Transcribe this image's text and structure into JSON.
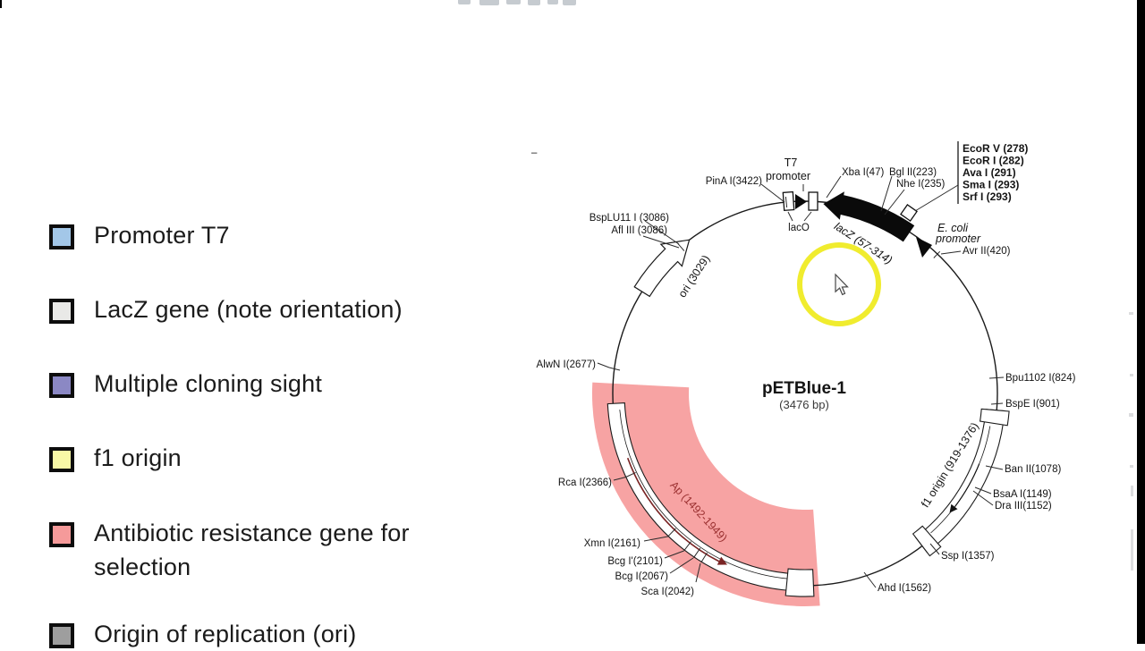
{
  "legend": {
    "items": [
      {
        "label": "Promoter T7",
        "color": "#a3c7e8"
      },
      {
        "label": "LacZ gene (note orientation)",
        "color": "#e9e9e7"
      },
      {
        "label": "Multiple cloning sight",
        "color": "#8b88c4"
      },
      {
        "label": "f1 origin",
        "color": "#f8f8a6"
      },
      {
        "label": "Antibiotic resistance gene for selection",
        "color": "#f59a9a"
      },
      {
        "label": "Origin of replication (ori)",
        "color": "#9e9e9e"
      }
    ]
  },
  "map": {
    "title": "pETBlue-1",
    "subtitle": "(3476 bp)",
    "colors": {
      "highlight_pink": "#f7a3a3",
      "highlight_yellow": "#f0ec2e",
      "ap_text": "#9c3232",
      "ap_arrow": "#7a2525"
    },
    "labels": {
      "t7_line1": "T7",
      "t7_line2": "promoter",
      "pina": "PinA I(3422)",
      "laco": "lacO",
      "lacz": "lacZ (57-314)",
      "xba": "Xba I(47)",
      "bgl2": "Bgl II(223)",
      "nhe": "Nhe I(235)",
      "ecorv": "EcoR V (278)",
      "ecori": "EcoR I (282)",
      "avai": "Ava I (291)",
      "smai": "Sma I (293)",
      "srfi": "Srf I (293)",
      "ecoli_line1": "E. coli",
      "ecoli_line2": "promoter",
      "avr2": "Avr II(420)",
      "bpu1102": "Bpu1102 I(824)",
      "bspe": "BspE I(901)",
      "f1": "f1 origin (919-1376)",
      "ban2": "Ban II(1078)",
      "bsaa": "BsaA I(1149)",
      "dra3": "Dra III(1152)",
      "ssp": "Ssp I(1357)",
      "ahd": "Ahd I(1562)",
      "ap": "Ap (1492-1949)",
      "sca": "Sca I(2042)",
      "bcg1": "Bcg I(2067)",
      "bcg1prime": "Bcg I'(2101)",
      "xmn": "Xmn I(2161)",
      "rca": "Rca I(2366)",
      "alwn": "AlwN I(2677)",
      "bsplu11": "BspLU11 I (3086)",
      "afl3": "Afl III (3086)",
      "ori": "ori (3029)",
      "dash": "–"
    }
  }
}
